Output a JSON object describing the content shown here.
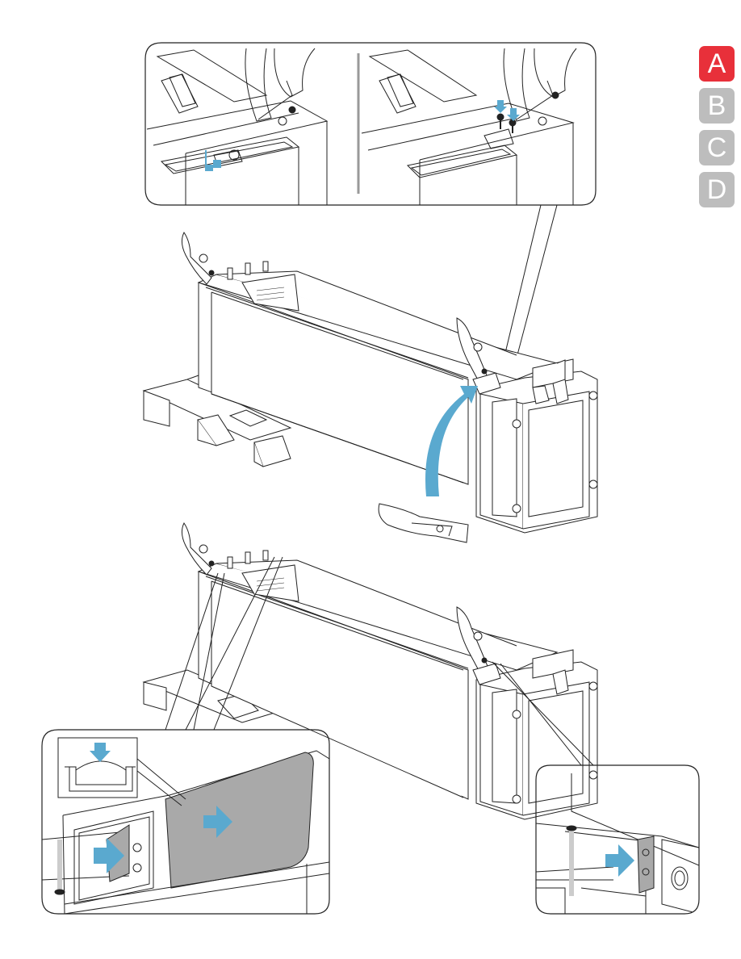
{
  "section_tabs": [
    {
      "label": "A",
      "active": true
    },
    {
      "label": "B",
      "active": false
    },
    {
      "label": "C",
      "active": false
    },
    {
      "label": "D",
      "active": false
    }
  ],
  "colors": {
    "accent": "#e8303a",
    "inactive_tab": "#bdbdbd",
    "arrow": "#5aa9cf",
    "line": "#222222",
    "panel_fill": "#a9a9a9"
  },
  "icons": [
    "down-arrow-icon",
    "right-arrow-icon",
    "curved-up-arrow-icon",
    "screw-icon"
  ]
}
